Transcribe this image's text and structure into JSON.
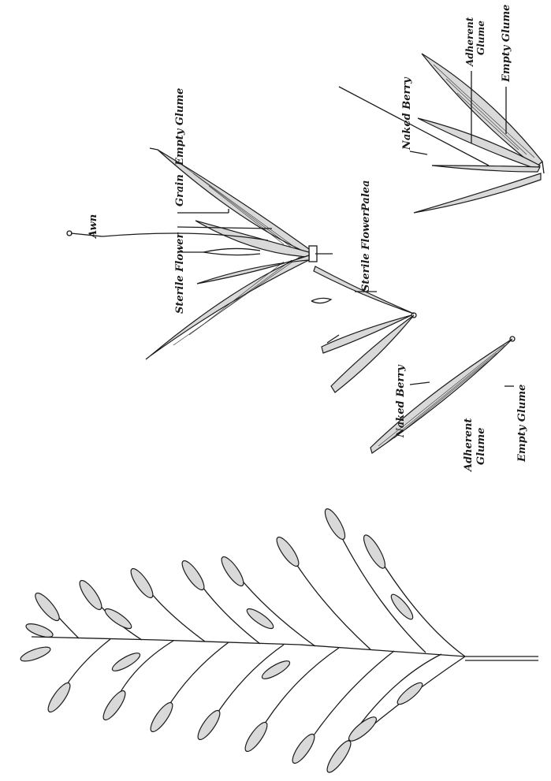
{
  "labels": {
    "fig1": {
      "awn": "Awn",
      "sterile_flower": "Sterile Flower",
      "grain": "Grain",
      "empty_glume": "Empty Glume"
    },
    "fig2": {
      "sterile_flower": "Sterile Flower",
      "palea": "Palea",
      "naked_berry": "Naked Berry",
      "adherent_glume_line1": "Adherent",
      "adherent_glume_line2": "Glume",
      "empty_glume": "Empty Glume"
    },
    "fig3": {
      "naked_berry": "Naked Berry",
      "adherent_glume_line1": "Adherent",
      "adherent_glume_line2": "Glume",
      "empty_glume": "Empty Glume"
    }
  }
}
